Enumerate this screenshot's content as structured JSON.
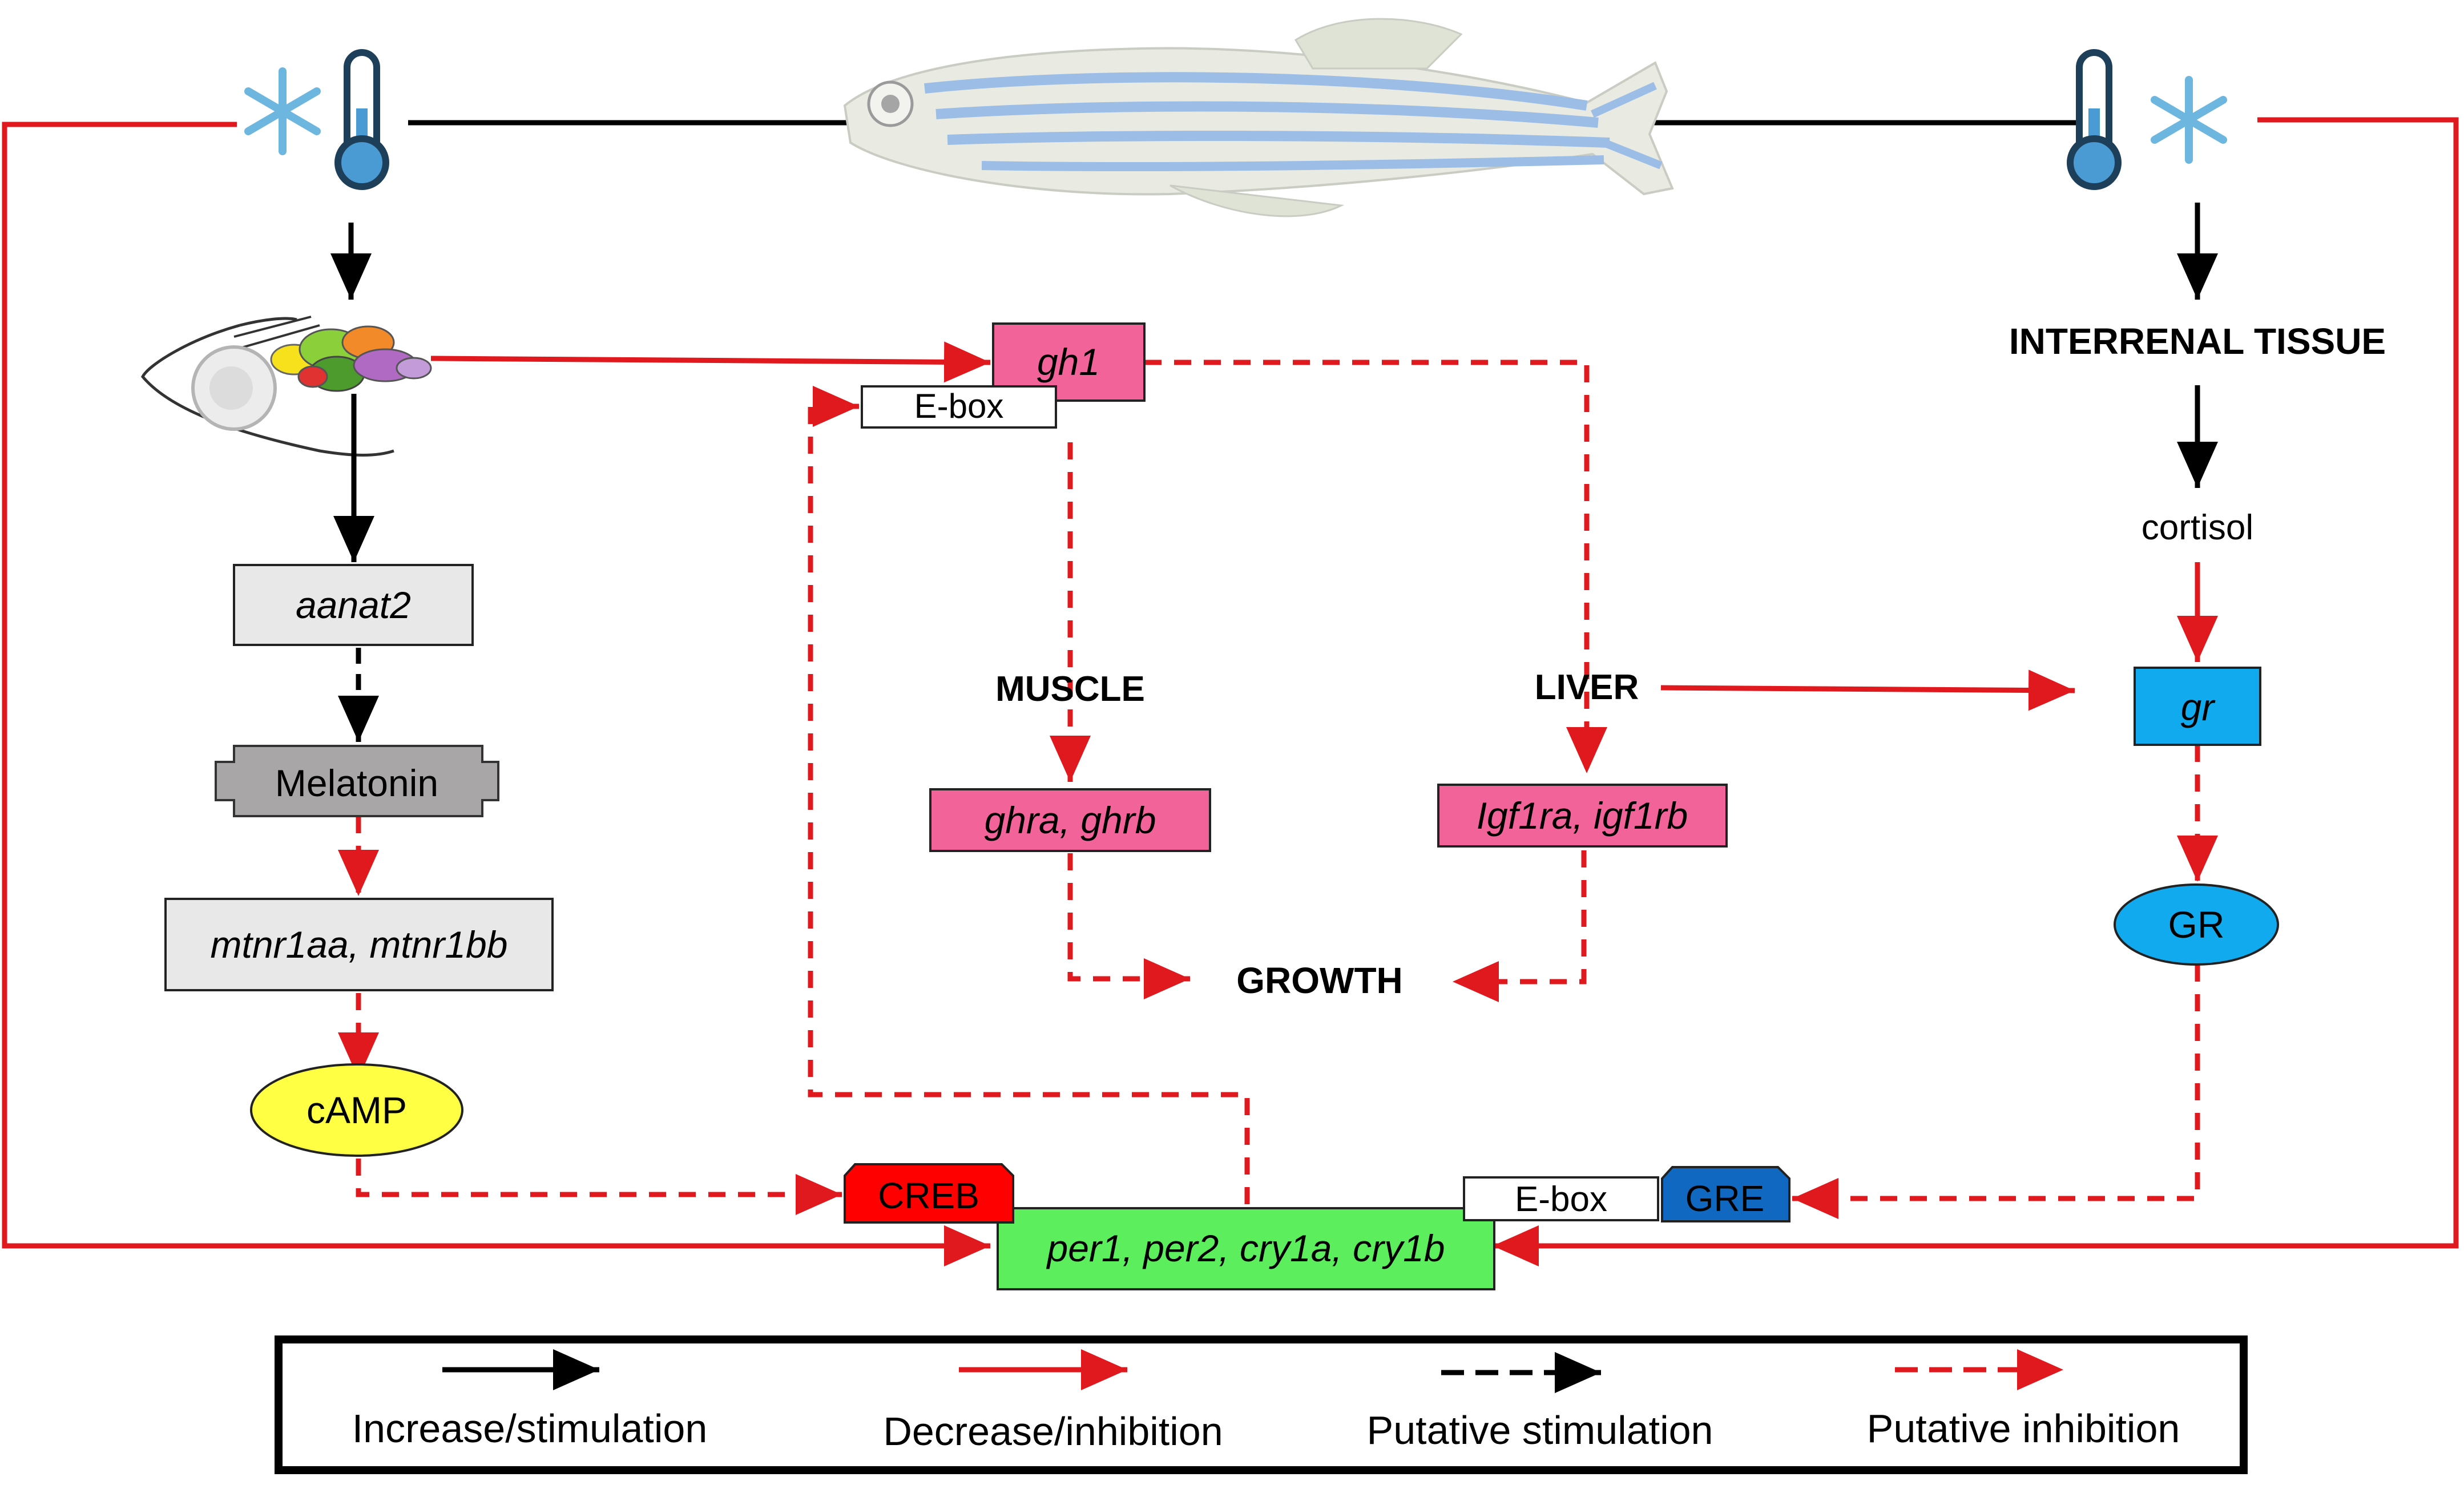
{
  "nodes": {
    "gh1": "gh1",
    "ebox_top": "E-box",
    "aanat2": "aanat2",
    "melatonin": "Melatonin",
    "mtnr": "mtnr1aa, mtnr1bb",
    "camp": "cAMP",
    "muscle": "MUSCLE",
    "liver": "LIVER",
    "ghr": "ghra, ghrb",
    "igf1r": "Igf1ra, igf1rb",
    "growth": "GROWTH",
    "interrenal": "INTERRENAL TISSUE",
    "cortisol": "cortisol",
    "gr_gene": "gr",
    "gr_protein": "GR",
    "creb": "CREB",
    "ebox_bottom": "E-box",
    "gre": "GRE",
    "clock_genes": "per1, per2, cry1a, cry1b"
  },
  "legend": {
    "increase": "Increase/stimulation",
    "decrease": "Decrease/inhibition",
    "putative_stim": "Putative stimulation",
    "putative_inhib": "Putative inhibition"
  },
  "colors": {
    "stimulation": "#000000",
    "inhibition": "#e0191e",
    "pink_box": "#f2639a",
    "green_box": "#5cee5c",
    "blue_box": "#12aaee",
    "creb": "#ff0000",
    "gre": "#1068c0",
    "camp": "#ffff44",
    "grey_box": "#e8e8e8",
    "melatonin_box": "#a8a6a6",
    "cold_icon": "#6cb6e0"
  },
  "icons": [
    "cold-temperature-icon",
    "zebrafish-image",
    "fish-head-brain-icon"
  ]
}
